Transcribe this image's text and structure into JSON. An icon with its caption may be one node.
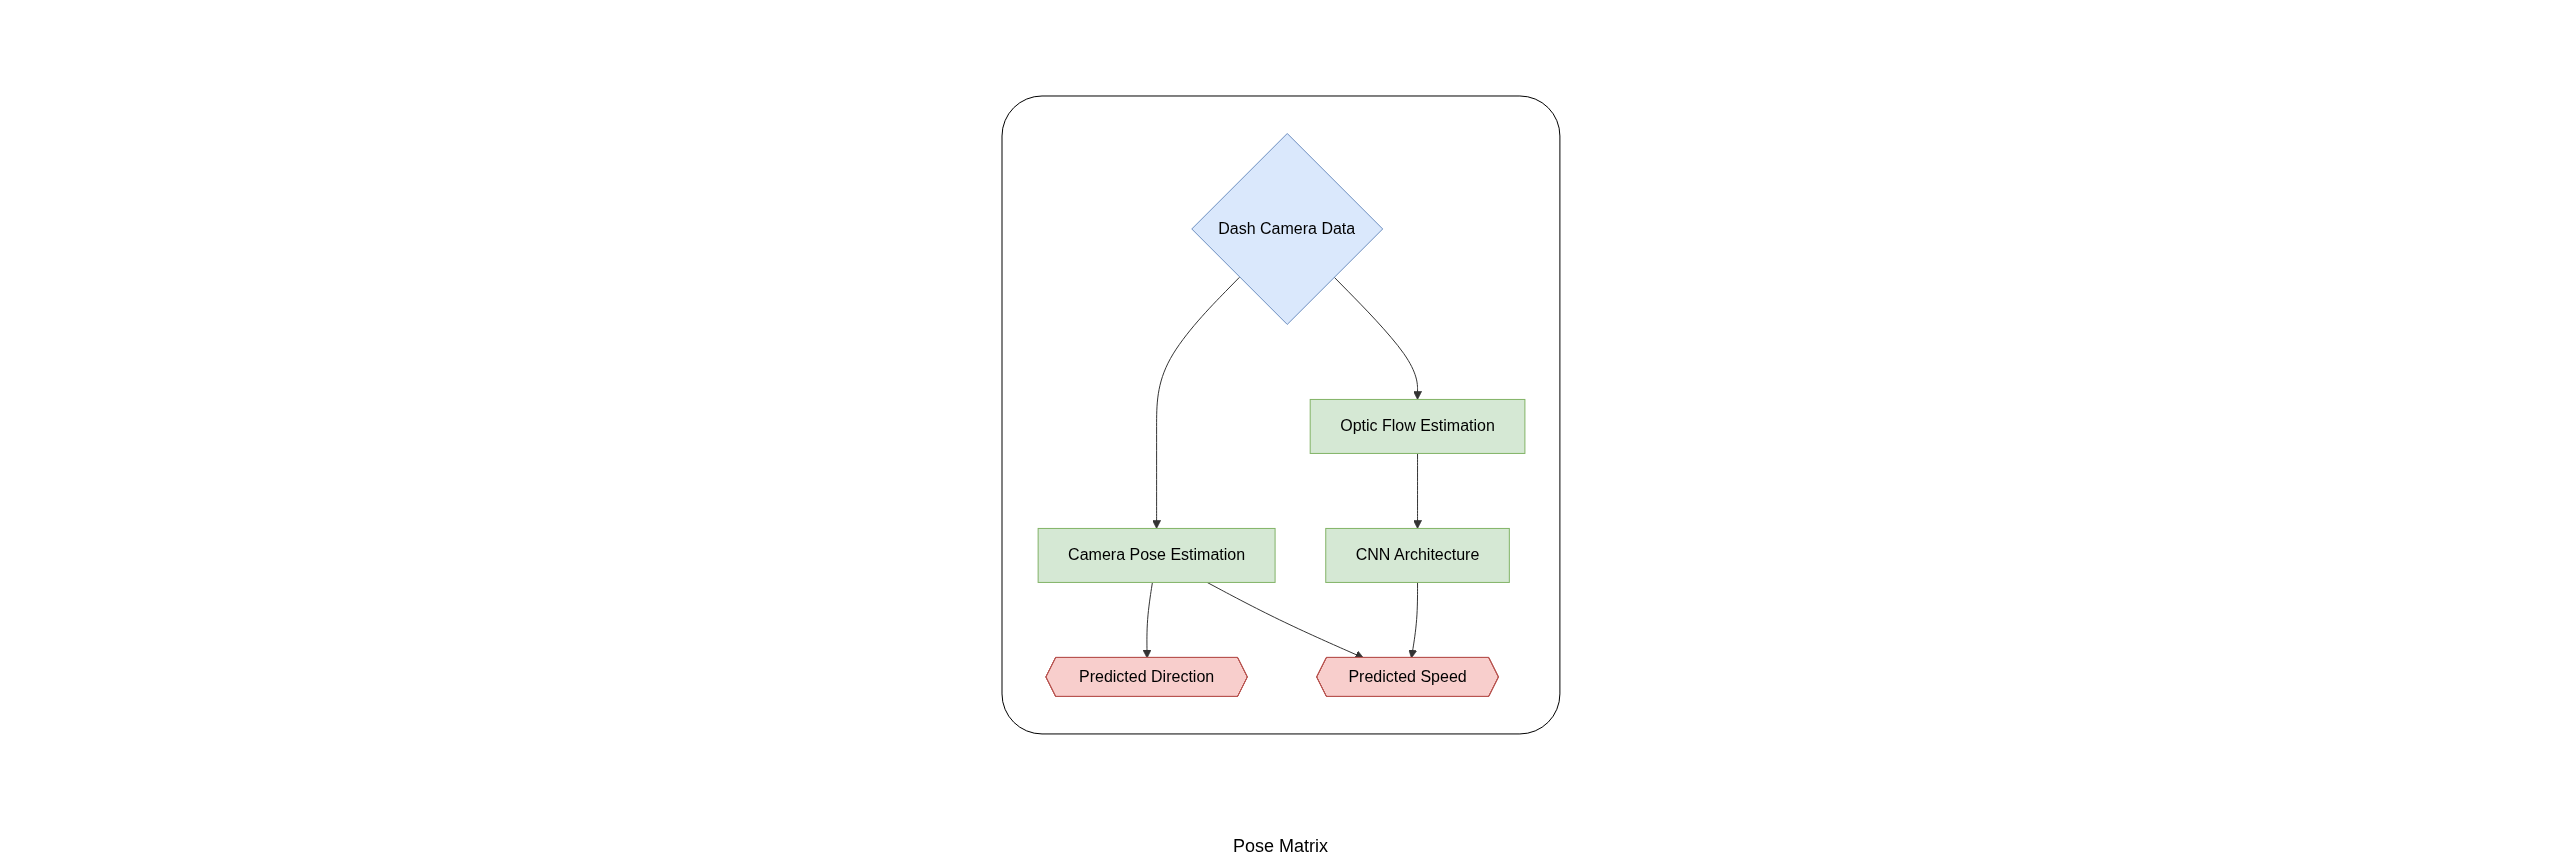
{
  "diagram": {
    "nodes": [
      {
        "text": [],
        "shape": "box"
      },
      {
        "text": [
          "Dash Camera Data"
        ],
        "in": 0
      },
      {
        "text": [
          "Camera Pose Estimation"
        ],
        "in": 0
      },
      {
        "text": [
          "Optic Flow Estimation"
        ],
        "in": 0
      },
      {
        "text": [
          "CNN Architecture"
        ],
        "in": 0
      },
      {
        "text": [
          "Predicted Direction"
        ],
        "in": 0
      },
      {
        "text": [
          "Predicted Speed"
        ],
        "in": 0
      }
    ],
    "edges": [
      {
        "from": 1,
        "to": 2,
        "arrow": "to"
      },
      {
        "from": 1,
        "to": 3,
        "arrow": "to"
      },
      {
        "from": 2,
        "to": 5,
        "arrow": "to"
      },
      {
        "from": 2,
        "to": 6,
        "arrow": "to"
      },
      {
        "from": 3,
        "to": 4,
        "arrow": "to"
      },
      {
        "from": 4,
        "to": 6,
        "arrow": "to"
      }
    ],
    "labels": [
      "Pose Matrix"
    ]
  }
}
